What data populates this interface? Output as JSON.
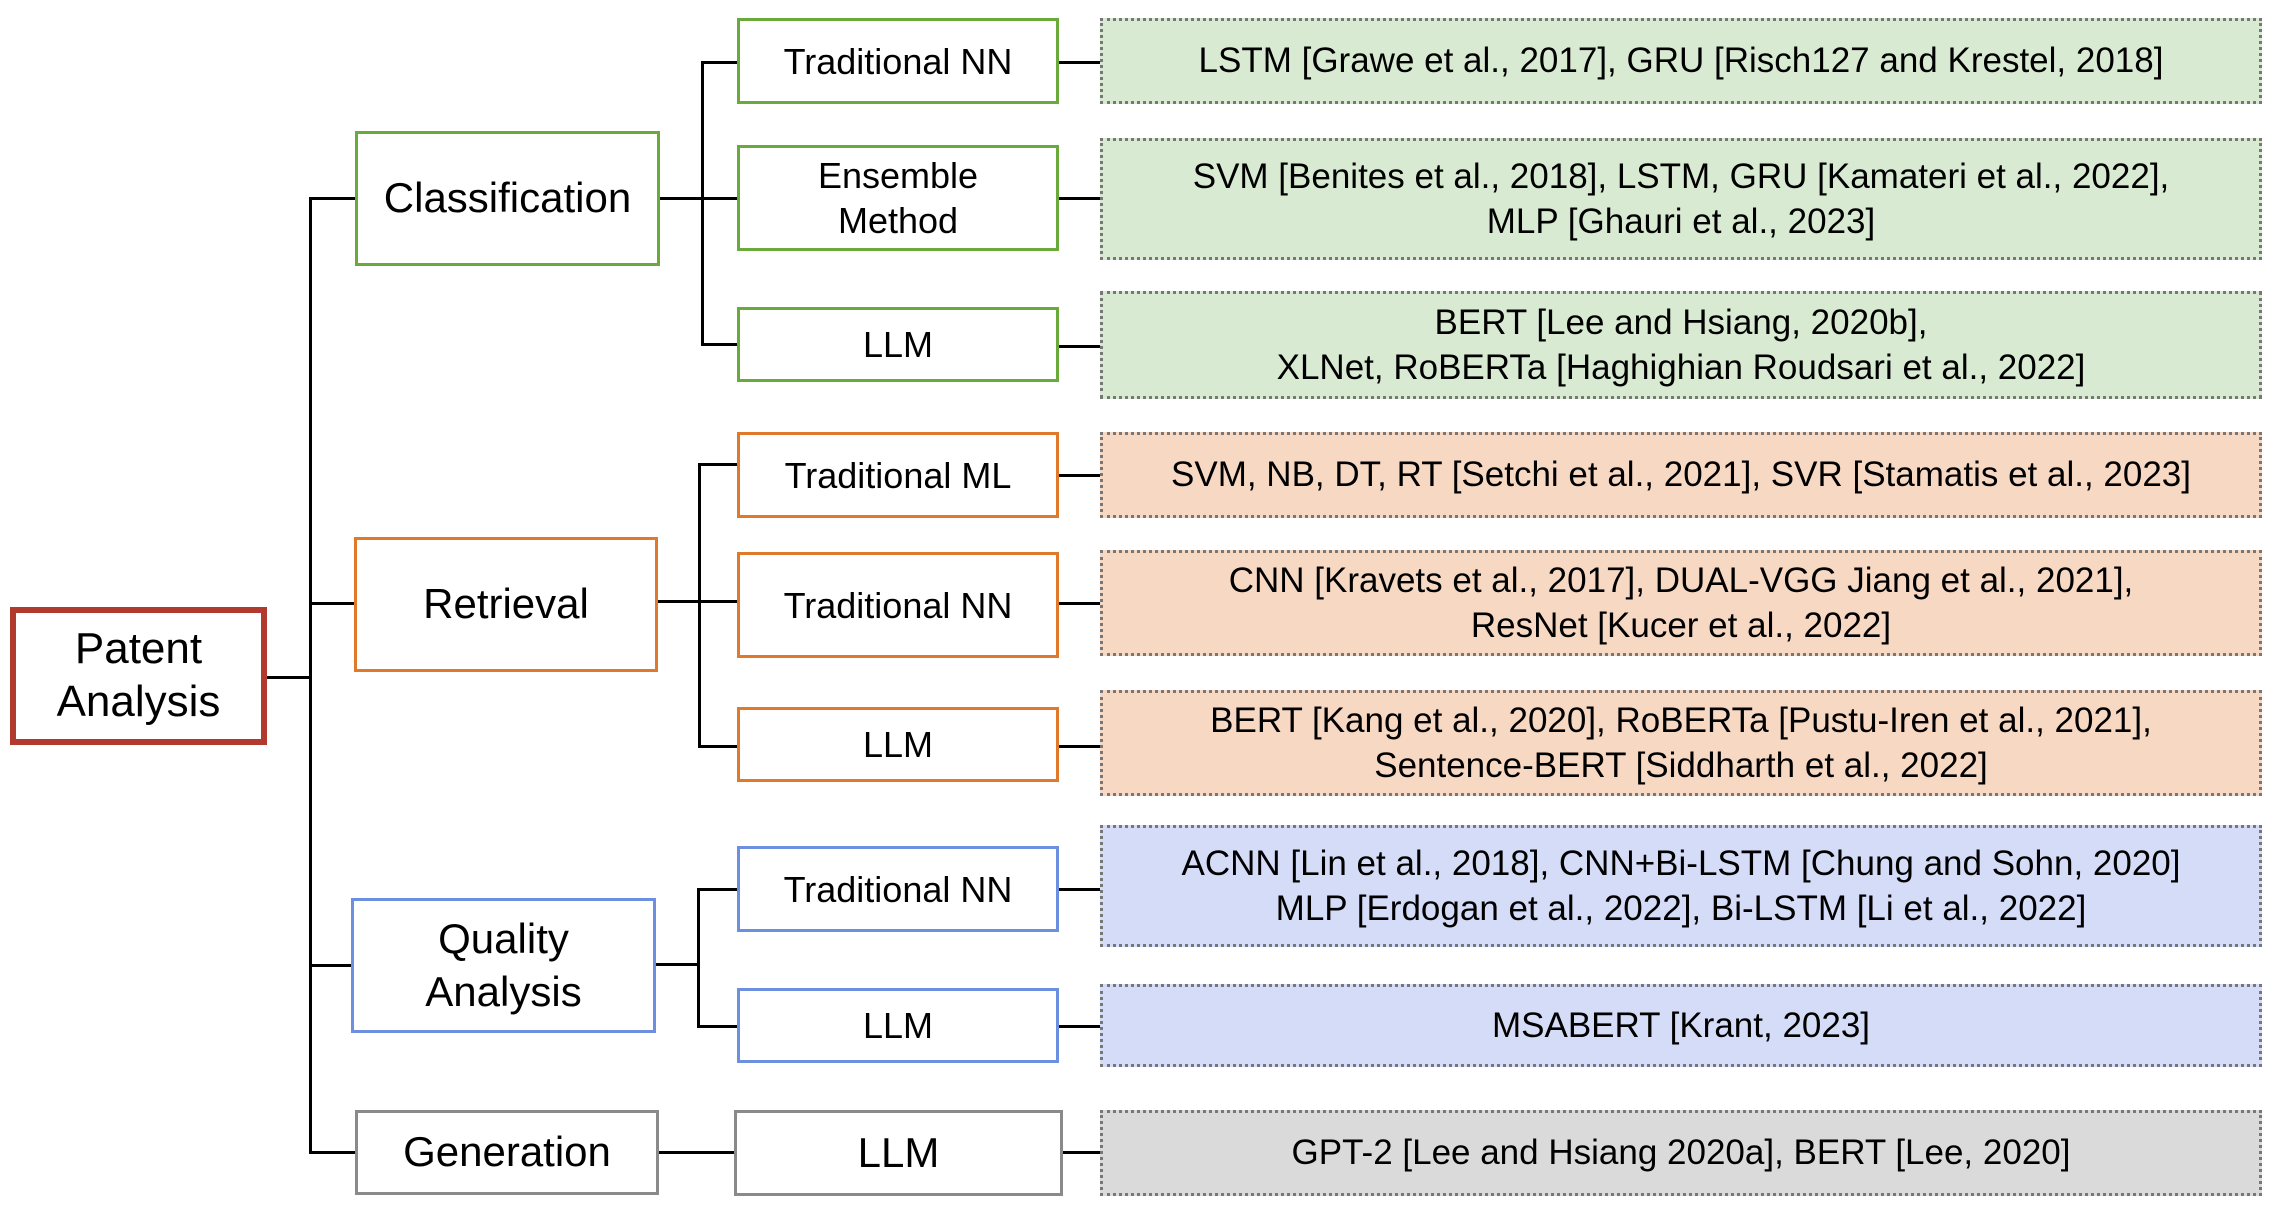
{
  "root": {
    "label": "Patent\nAnalysis"
  },
  "colors": {
    "classification": "#6aaa3a",
    "retrieval": "#e0792a",
    "quality": "#6d8fe0",
    "generation": "#8a8a8a",
    "root": "#b03a2e"
  },
  "categories": [
    {
      "label": "Classification",
      "methods": [
        {
          "label": "Traditional NN",
          "refs": "LSTM [Grawe et al., 2017], GRU [Risch127 and Krestel, 2018]"
        },
        {
          "label": "Ensemble\nMethod",
          "refs": "SVM [Benites et al., 2018], LSTM, GRU [Kamateri et al., 2022],\nMLP [Ghauri et al., 2023]"
        },
        {
          "label": "LLM",
          "refs": "BERT  [Lee and Hsiang, 2020b],\nXLNet, RoBERTa [Haghighian Roudsari et al., 2022]"
        }
      ]
    },
    {
      "label": "Retrieval",
      "methods": [
        {
          "label": "Traditional ML",
          "refs": "SVM, NB, DT, RT [Setchi et al., 2021], SVR [Stamatis et al., 2023]"
        },
        {
          "label": "Traditional NN",
          "refs": "CNN [Kravets et al., 2017], DUAL-VGG Jiang et al., 2021],\nResNet  [Kucer et al., 2022]"
        },
        {
          "label": "LLM",
          "refs": "BERT [Kang et al., 2020], RoBERTa [Pustu-Iren et al., 2021],\nSentence-BERT [Siddharth et al., 2022]"
        }
      ]
    },
    {
      "label": "Quality\nAnalysis",
      "methods": [
        {
          "label": "Traditional NN",
          "refs": "ACNN [Lin et al., 2018], CNN+Bi-LSTM [Chung and Sohn, 2020]\nMLP [Erdogan et al., 2022], Bi-LSTM [Li et al., 2022]"
        },
        {
          "label": "LLM",
          "refs": "MSABERT [Krant, 2023]"
        }
      ]
    },
    {
      "label": "Generation",
      "methods": [
        {
          "label": "LLM",
          "refs": "GPT-2 [Lee and Hsiang 2020a], BERT [Lee, 2020]"
        }
      ]
    }
  ]
}
